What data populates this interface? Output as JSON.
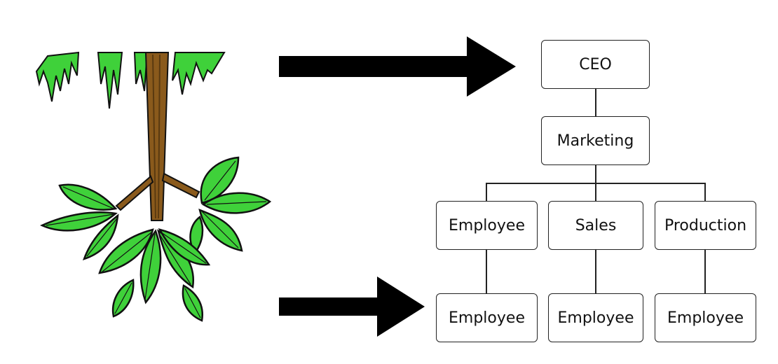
{
  "colors": {
    "leaf_fill": "#3fd13a",
    "leaf_outline": "#111111",
    "trunk": "#8a5a1c",
    "arrow": "#000000",
    "box_border": "#222222"
  },
  "illustration": {
    "name": "upside-down-tree-icon"
  },
  "org_chart": {
    "ceo": "CEO",
    "marketing": "Marketing",
    "level2": [
      "Employee",
      "Sales",
      "Production"
    ],
    "level3": [
      "Employee",
      "Employee",
      "Employee"
    ]
  }
}
